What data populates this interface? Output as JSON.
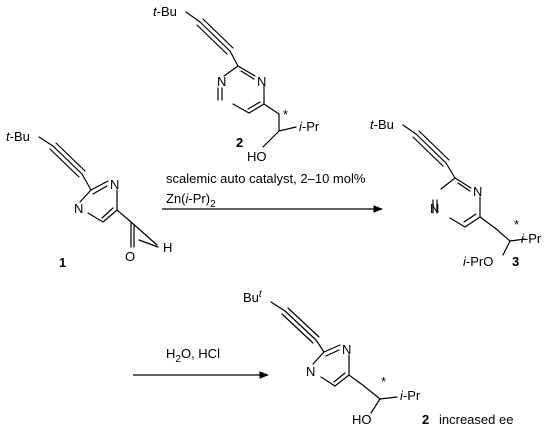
{
  "atoms": {
    "N": "N",
    "H": "H",
    "O": "O",
    "HO": "HO",
    "star": "*"
  },
  "groups": {
    "tbu_italic": "t",
    "tbu_rest": "-Bu",
    "ipr_italic": "i",
    "ipr_rest": "-Pr",
    "ipro_italic": "i",
    "ipro_rest": "-PrO",
    "bu_t_base": "Bu",
    "bu_t_sup": "t"
  },
  "compound_labels": {
    "c1": "1",
    "c2_top": "2",
    "c3": "3",
    "c2_bottom": "2"
  },
  "conditions": {
    "step1_line1": "scalemic auto catalyst, 2–10 mol%",
    "step1_line2_a": "Zn(",
    "step1_line2_b": "i",
    "step1_line2_c": "-Pr)",
    "step1_line2_sub": "2",
    "step2": "H",
    "step2_sub": "2",
    "step2_rest": "O, HCl"
  },
  "product_note": "increased ee"
}
